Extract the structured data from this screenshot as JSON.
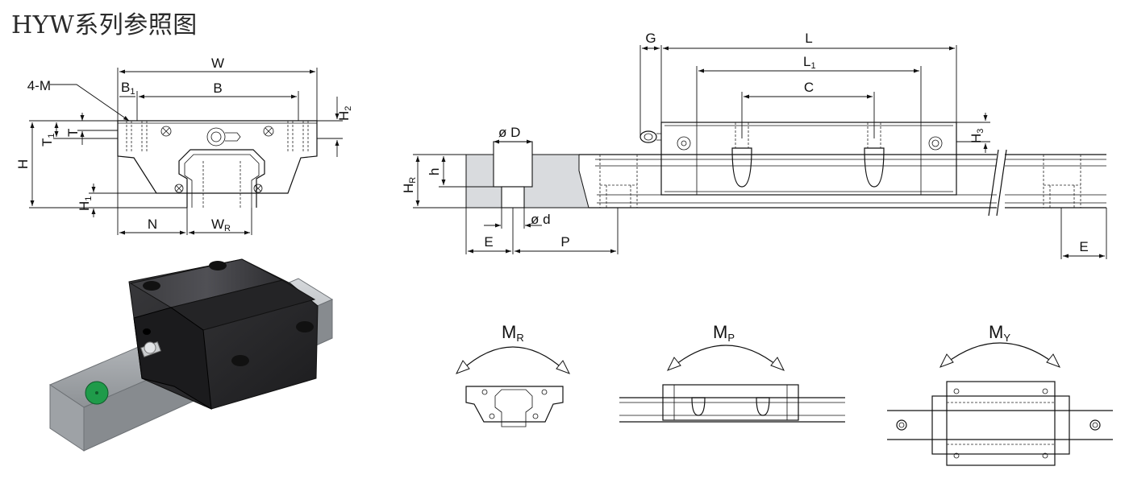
{
  "title": "HYW系列参照图",
  "labels": {
    "four_m": "4-M",
    "W": "W",
    "B1": "B",
    "B1_sub": "1",
    "B": "B",
    "H2": "H",
    "H2_sub": "2",
    "T1": "T",
    "T1_sub": "1",
    "T": "T",
    "H": "H",
    "H1": "H",
    "H1_sub": "1",
    "N": "N",
    "WR": "W",
    "WR_sub": "R",
    "G": "G",
    "L": "L",
    "L1": "L",
    "L1_sub": "1",
    "C": "C",
    "H3": "H",
    "H3_sub": "3",
    "phiD": "ø D",
    "phid": "ø d",
    "HR": "H",
    "HR_sub": "R",
    "h": "h",
    "E_left": "E",
    "P": "P",
    "E_right": "E",
    "MR": "M",
    "MR_sub": "R",
    "MP": "M",
    "MP_sub": "P",
    "MY": "M",
    "MY_sub": "Y"
  },
  "colors": {
    "line": "#111111",
    "rail_section": "#d9dbde",
    "block_dark": "#2b2b2d",
    "rail_steel": "#b7babd",
    "seal_green": "#1f9b4a"
  }
}
